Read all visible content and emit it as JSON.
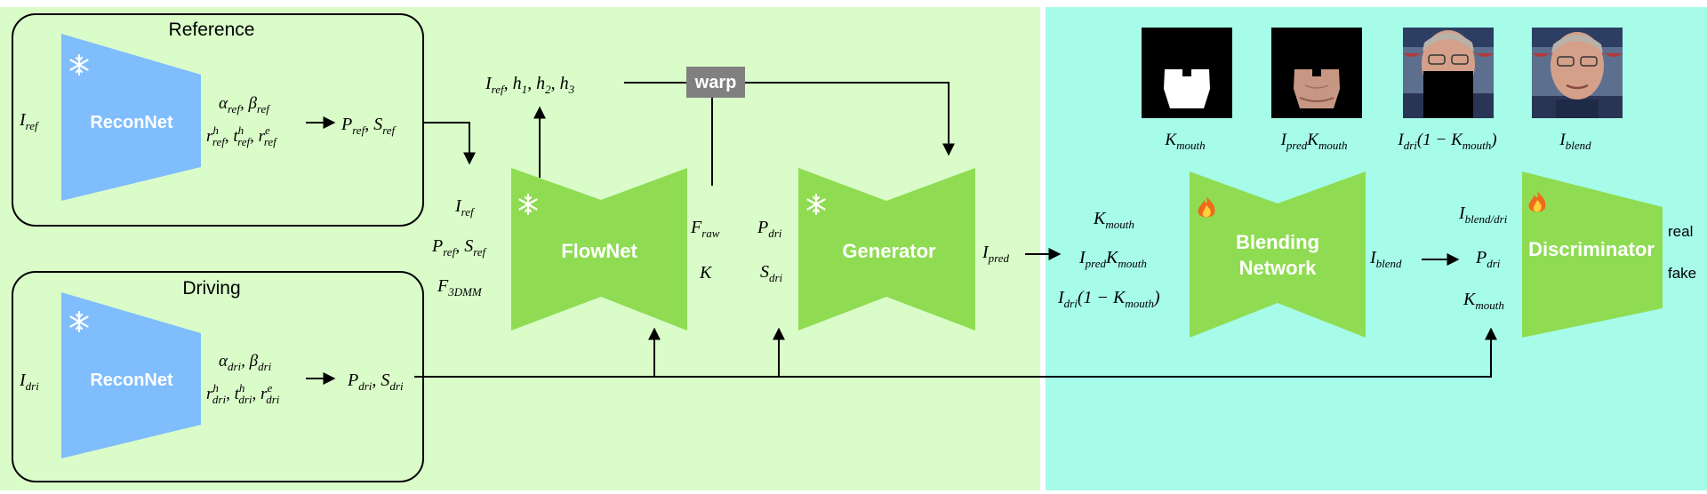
{
  "colors": {
    "left_panel": "#dafcc9",
    "right_panel": "#a6fbe9",
    "encoder": "#7fbdfd",
    "green_block": "#8fdc53",
    "warp_box": "#808080",
    "arrow": "#000000",
    "face_black": "#000000",
    "face_white": "#ffffff"
  },
  "reference": {
    "title": "Reference",
    "input": "I",
    "input_sub": "ref",
    "net": "ReconNet",
    "p1": "α",
    "p1_sub": "ref",
    "p2": "β",
    "p2_sub": "ref",
    "p3": "r",
    "p3_sup": "h",
    "p3_sub": "ref",
    "p4": "t",
    "p4_sup": "h",
    "p4_sub": "ref",
    "p5": "r",
    "p5_sup": "e",
    "p5_sub": "ref",
    "out1": "P",
    "out1_sub": "ref",
    "out2": "S",
    "out2_sub": "ref"
  },
  "driving": {
    "title": "Driving",
    "input": "I",
    "input_sub": "dri",
    "net": "ReconNet",
    "p1": "α",
    "p1_sub": "dri",
    "p2": "β",
    "p2_sub": "dri",
    "p3": "r",
    "p3_sup": "h",
    "p3_sub": "dri",
    "p4": "t",
    "p4_sup": "h",
    "p4_sub": "dri",
    "p5": "r",
    "p5_sup": "e",
    "p5_sub": "dri",
    "out1": "P",
    "out1_sub": "dri",
    "out2": "S",
    "out2_sub": "dri"
  },
  "flow_inputs": {
    "i": "I",
    "i_sub": "ref",
    "p": "P",
    "p_sub": "ref",
    "s": "S",
    "s_sub": "ref",
    "f": "F",
    "f_sub": "3DMM"
  },
  "flownet": {
    "label": "FlowNet",
    "out_top_i": "I",
    "out_top_i_sub": "ref",
    "h": "h",
    "h1": "1",
    "h2": "2",
    "h3": "3",
    "f_raw": "F",
    "f_raw_sub": "raw",
    "k": "K"
  },
  "warp": "warp",
  "generator": {
    "label": "Generator",
    "p": "P",
    "p_sub": "dri",
    "s": "S",
    "s_sub": "dri",
    "out": "I",
    "out_sub": "pred"
  },
  "blending": {
    "label_line1": "Blending",
    "label_line2": "Network",
    "in1": "K",
    "in1_sub": "mouth",
    "in2_a": "I",
    "in2_a_sub": "pred",
    "in2_b": "K",
    "in2_b_sub": "mouth",
    "in3_a": "I",
    "in3_a_sub": "dri",
    "in3_b": "(1 − ",
    "in3_c": "K",
    "in3_c_sub": "mouth",
    "in3_d": ")",
    "out": "I",
    "out_sub": "blend"
  },
  "discriminator": {
    "label": "Discriminator",
    "in1": "I",
    "in1_sub": "blend/dri",
    "in2": "P",
    "in2_sub": "dri",
    "in3": "K",
    "in3_sub": "mouth",
    "real": "real",
    "fake": "fake"
  },
  "thumbnails": [
    {
      "kind": "mask",
      "cap_a": "K",
      "cap_a_sub": "mouth"
    },
    {
      "kind": "masked-face",
      "cap_a": "I",
      "cap_a_sub": "pred",
      "cap_b": "K",
      "cap_b_sub": "mouth"
    },
    {
      "kind": "face-with-hole",
      "cap_a": "I",
      "cap_a_sub": "dri",
      "cap_b": "(1 − ",
      "cap_c": "K",
      "cap_c_sub": "mouth",
      "cap_d": ")"
    },
    {
      "kind": "face",
      "cap_a": "I",
      "cap_a_sub": "blend"
    }
  ],
  "icons": {
    "frozen": "snowflake-icon",
    "trainable": "fire-icon"
  }
}
